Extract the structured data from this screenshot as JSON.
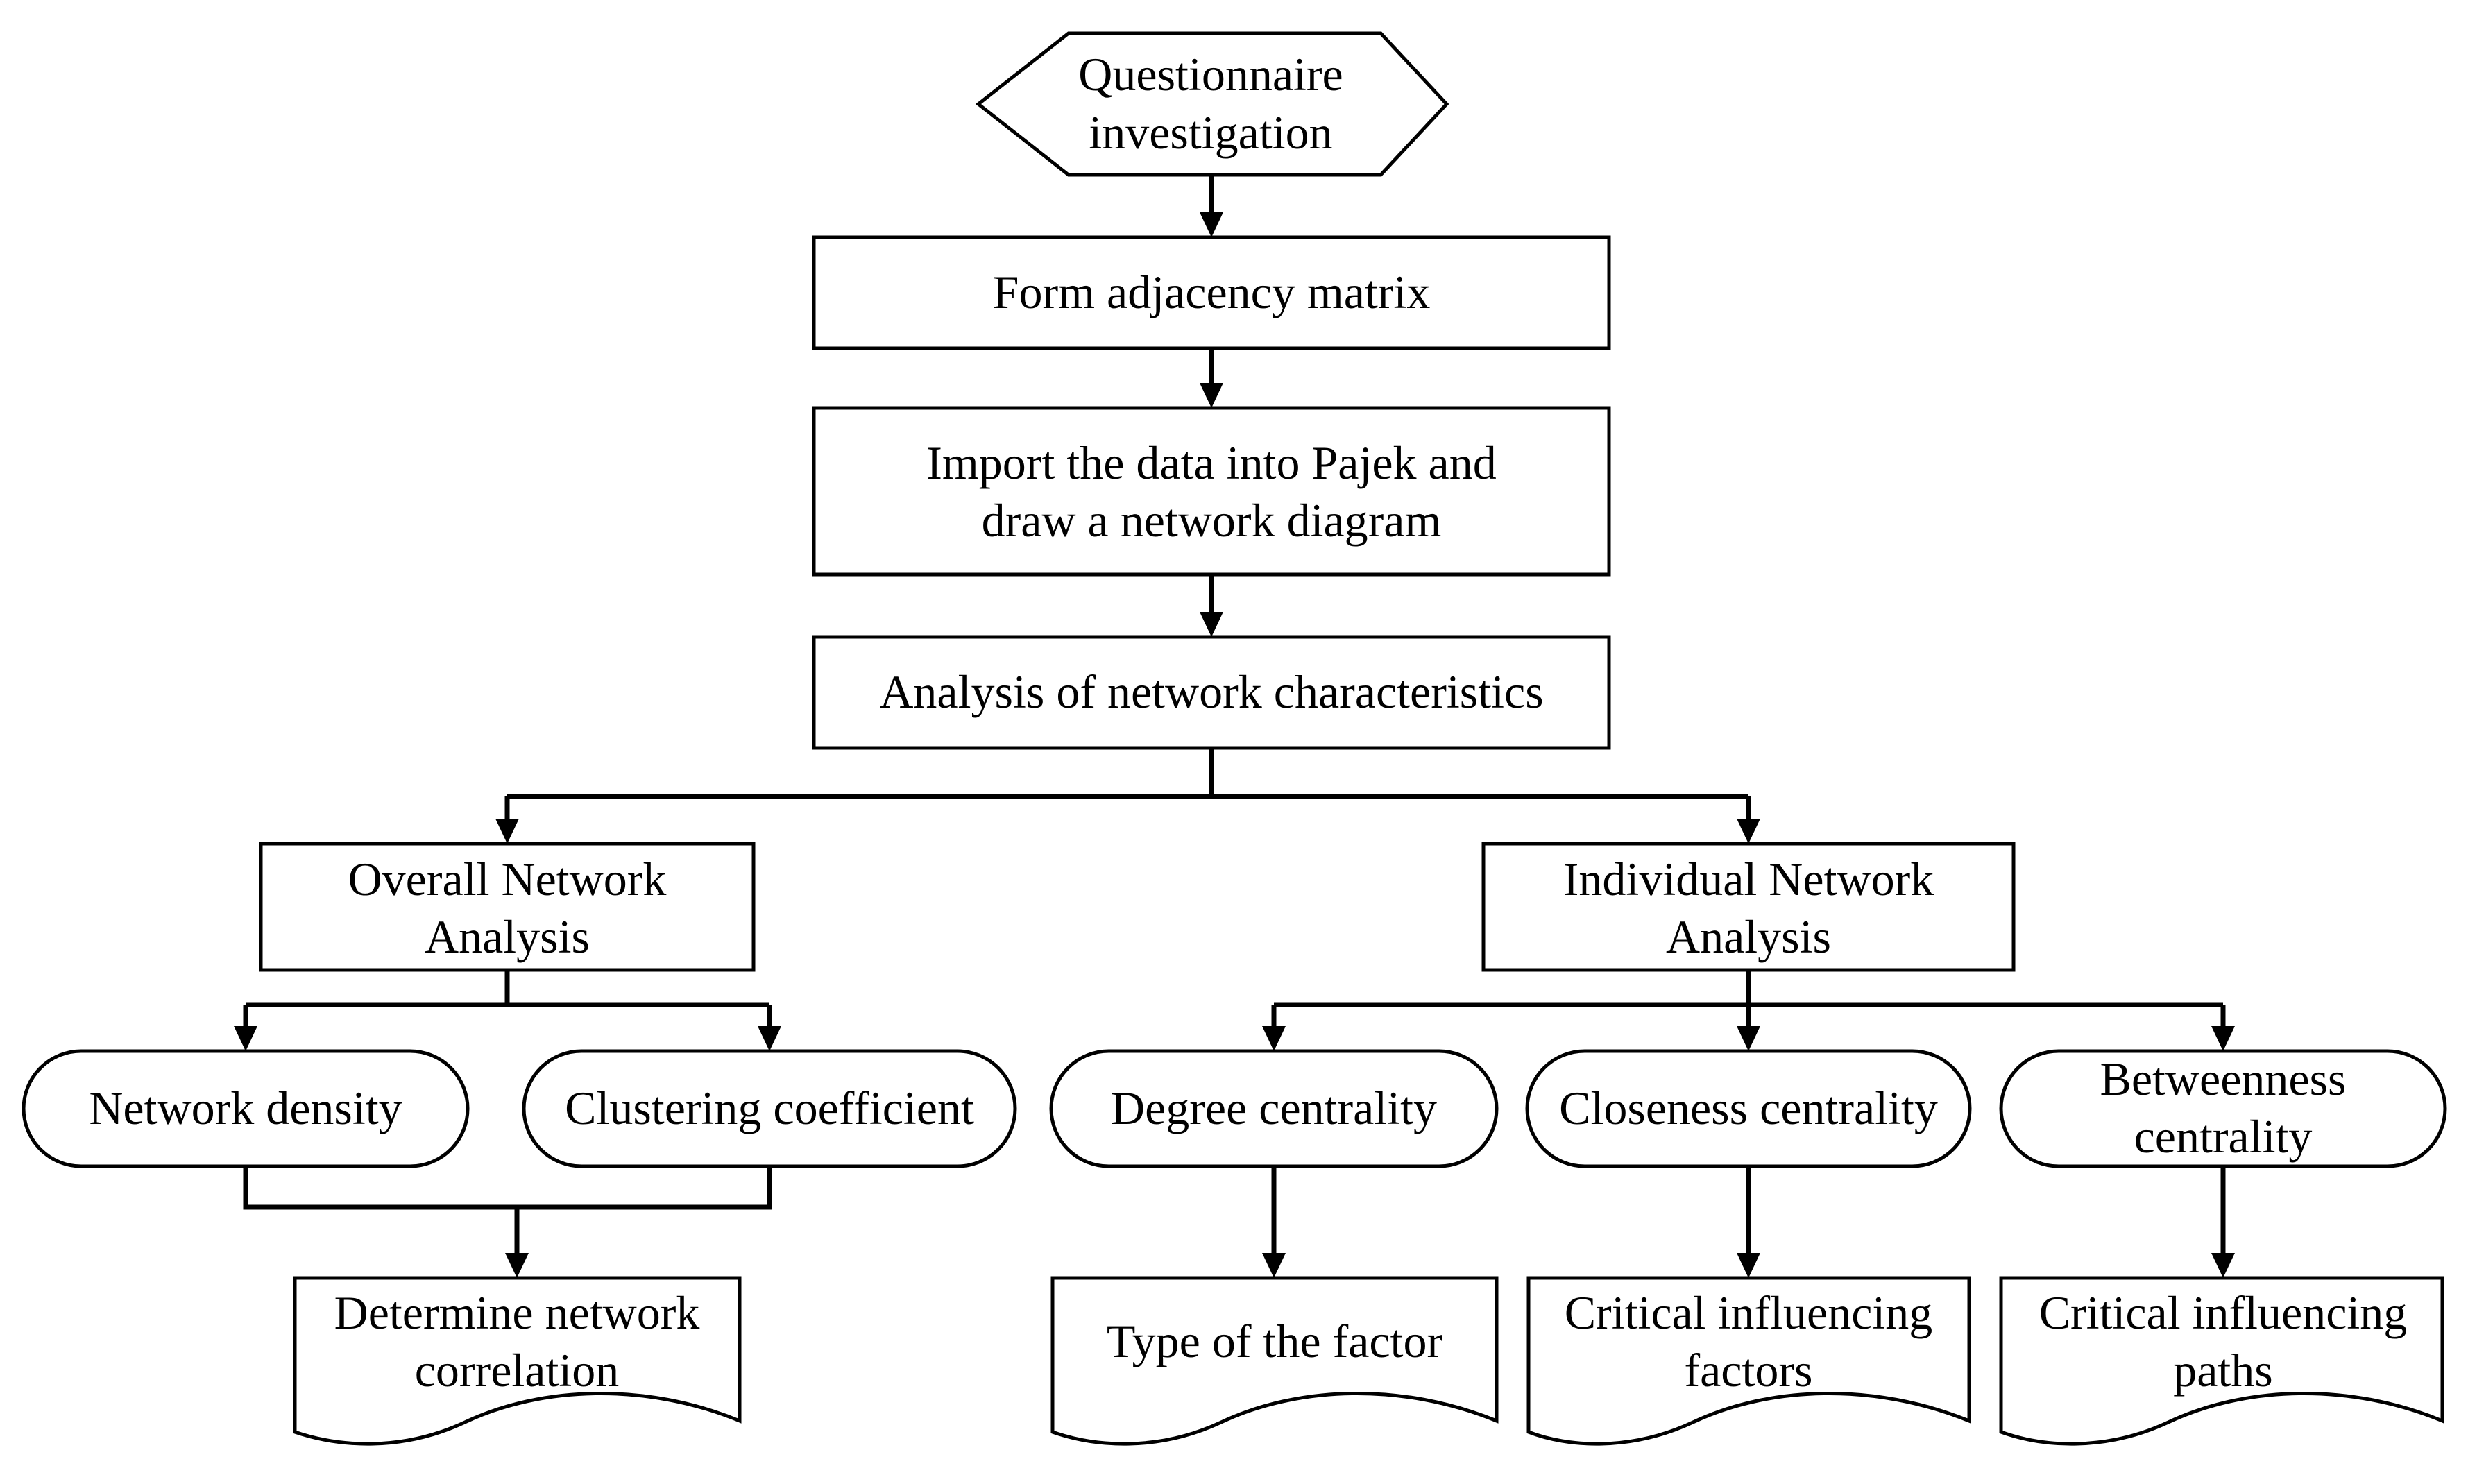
{
  "diagram": {
    "start": {
      "line1": "Questionnaire",
      "line2": "investigation"
    },
    "step1": "Form adjacency matrix",
    "step2": {
      "line1": "Import the data into Pajek and",
      "line2": "draw a network diagram"
    },
    "step3": "Analysis of network characteristics",
    "overall": {
      "title": {
        "line1": "Overall Network",
        "line2": "Analysis"
      },
      "density": "Network density",
      "clustering": "Clustering coefficient",
      "output": {
        "line1": "Determine network",
        "line2": "correlation"
      }
    },
    "individual": {
      "title": {
        "line1": "Individual Network",
        "line2": "Analysis"
      },
      "degree": "Degree centrality",
      "closeness": "Closeness centrality",
      "betweenness": {
        "line1": "Betweenness",
        "line2": "centrality"
      },
      "degree_output": "Type of the factor",
      "closeness_output": {
        "line1": "Critical influencing",
        "line2": "factors"
      },
      "betweenness_output": {
        "line1": "Critical influencing",
        "line2": "paths"
      }
    }
  }
}
